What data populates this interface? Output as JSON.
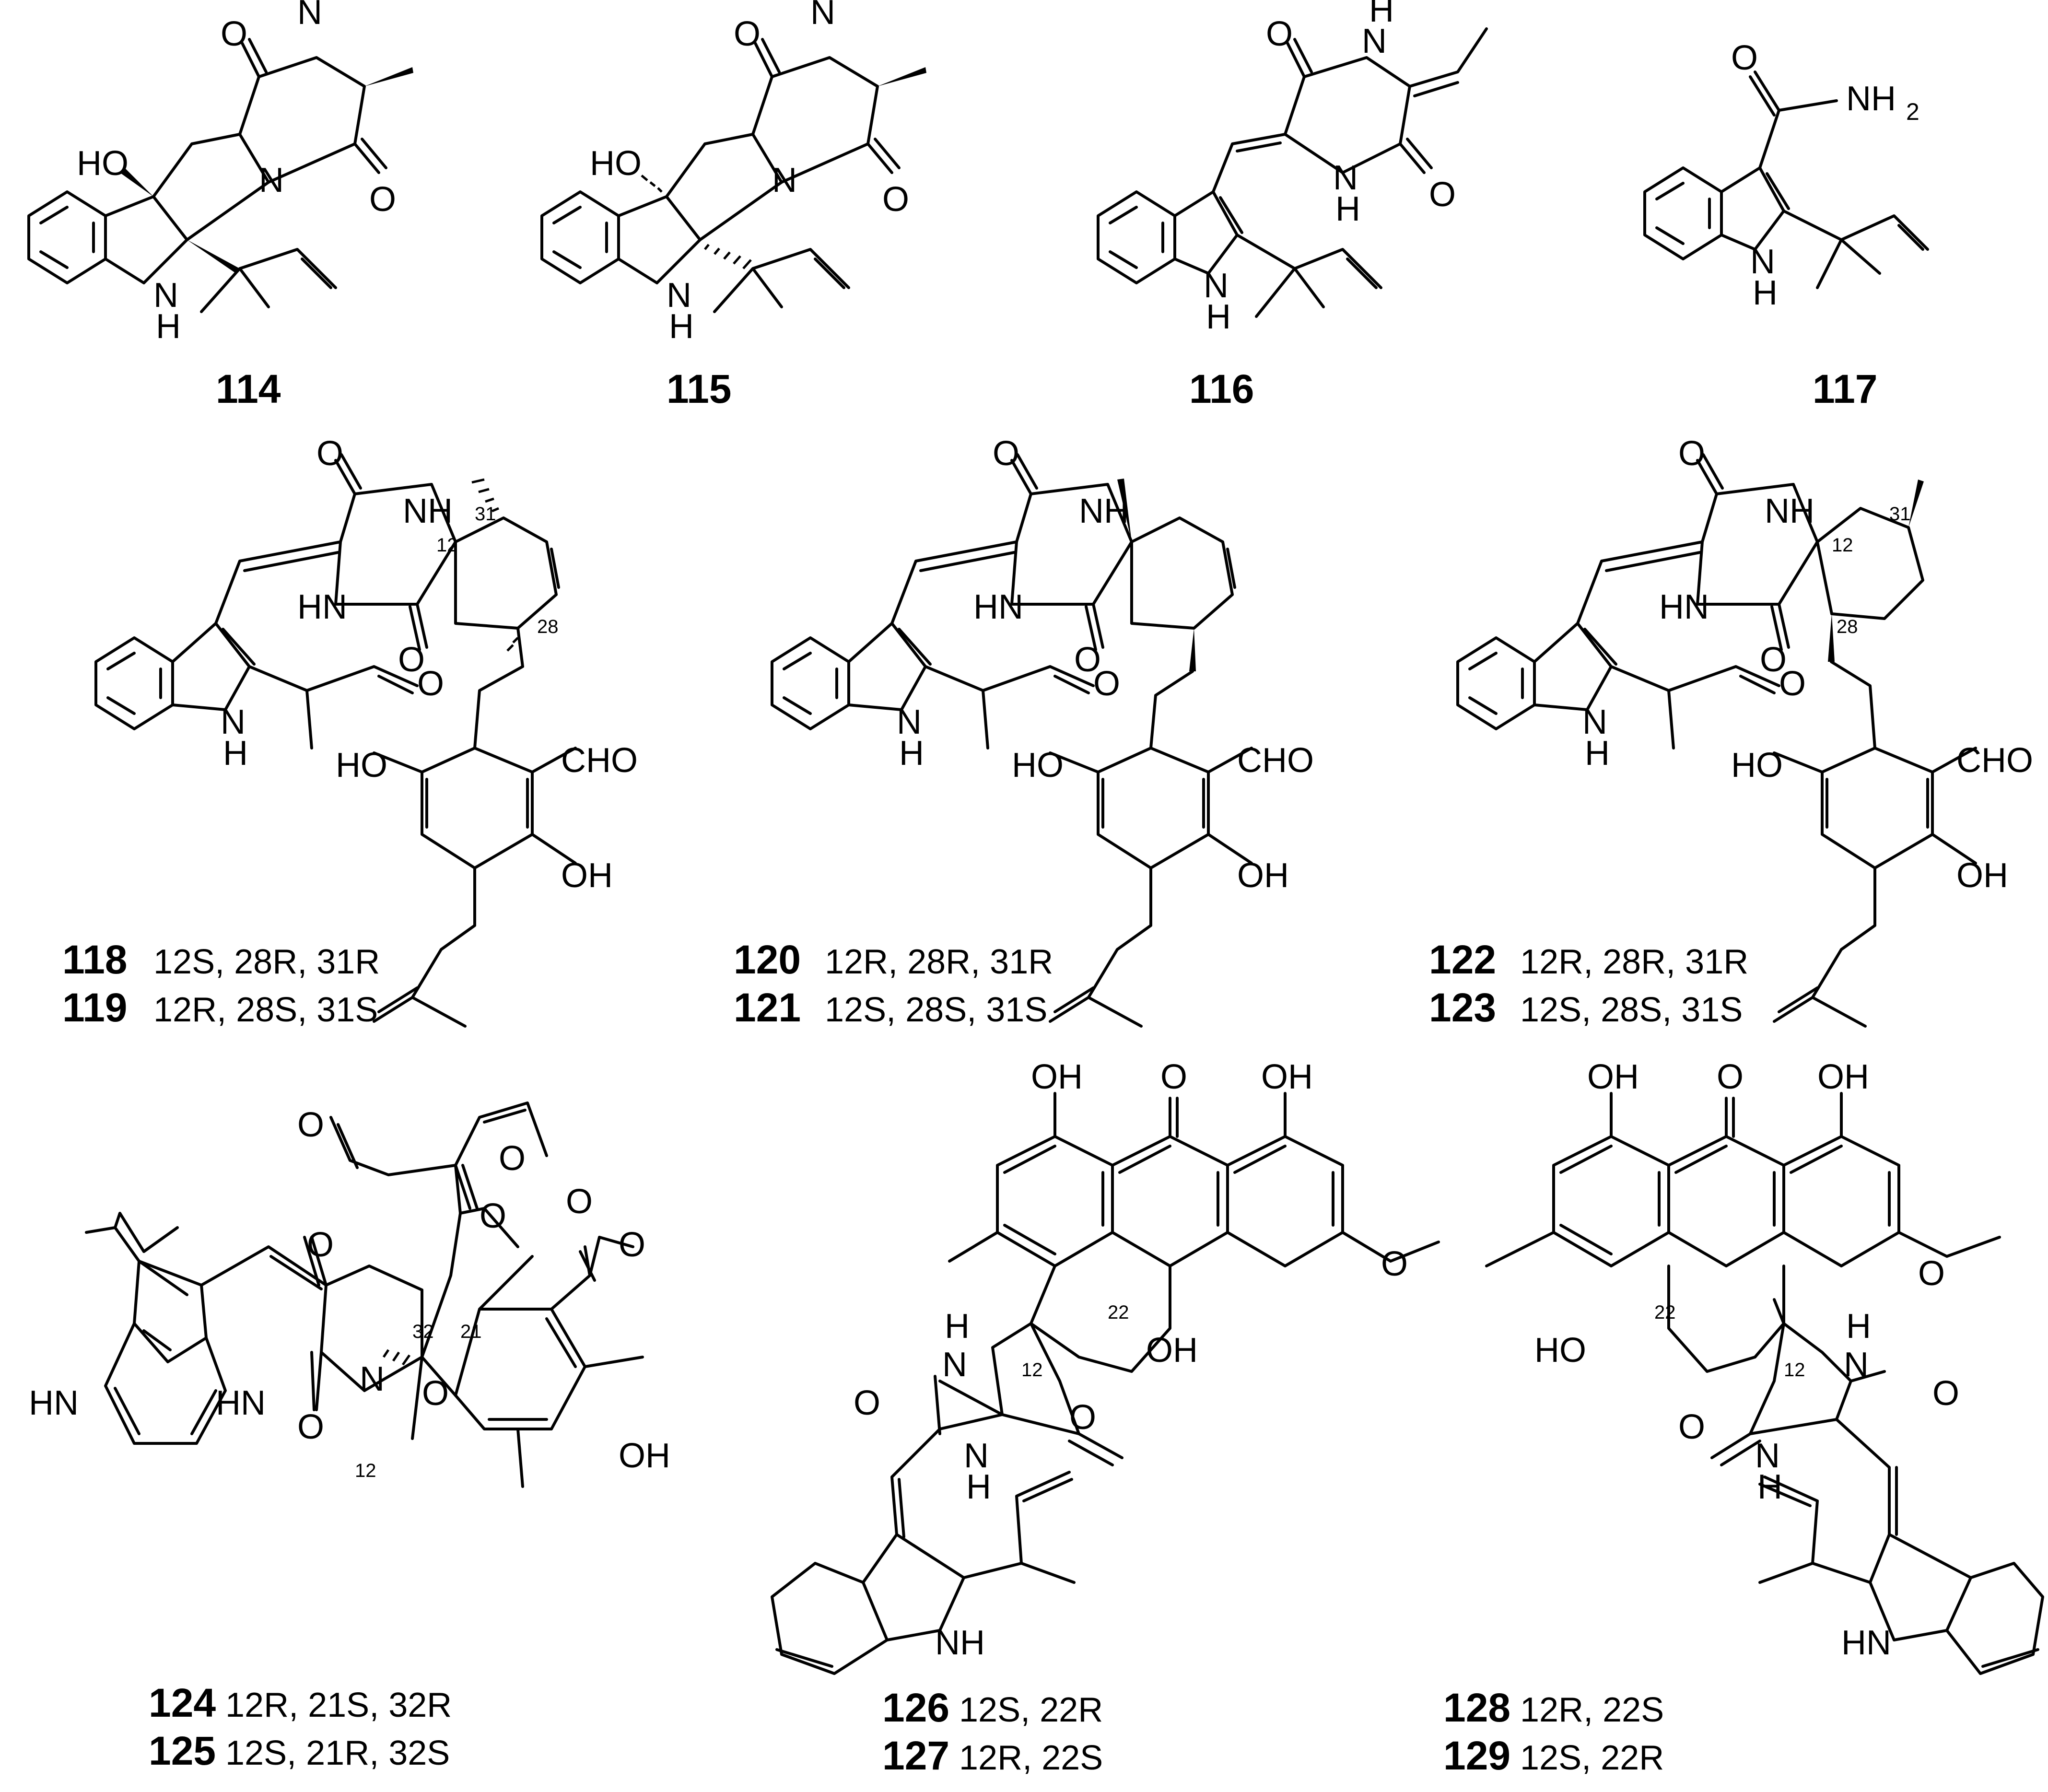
{
  "atoms": {
    "O": "O",
    "N": "N",
    "H": "H",
    "NH": "NH",
    "HN": "HN",
    "OH": "OH",
    "HO": "HO",
    "NH2": "NH",
    "sub2": "2",
    "CHO": "CHO"
  },
  "locants": {
    "c12": "12",
    "c21": "21",
    "c22": "22",
    "c28": "28",
    "c31": "31",
    "c32": "32"
  },
  "compounds": [
    {
      "id": "114"
    },
    {
      "id": "115"
    },
    {
      "id": "116"
    },
    {
      "id": "117"
    },
    {
      "id": "118",
      "config": "12S, 28R, 31R"
    },
    {
      "id": "119",
      "config": "12R, 28S, 31S"
    },
    {
      "id": "120",
      "config": "12R, 28R, 31R"
    },
    {
      "id": "121",
      "config": "12S, 28S, 31S"
    },
    {
      "id": "122",
      "config": "12R, 28R, 31R"
    },
    {
      "id": "123",
      "config": "12S, 28S, 31S"
    },
    {
      "id": "124",
      "config": "12R, 21S, 32R"
    },
    {
      "id": "125",
      "config": "12S, 21R, 32S"
    },
    {
      "id": "126",
      "config": "12S, 22R"
    },
    {
      "id": "127",
      "config": "12R, 22S"
    },
    {
      "id": "128",
      "config": "12R, 22S"
    },
    {
      "id": "129",
      "config": "12S, 22R"
    }
  ],
  "colors": {
    "ink": "#000000",
    "background": "#ffffff"
  }
}
